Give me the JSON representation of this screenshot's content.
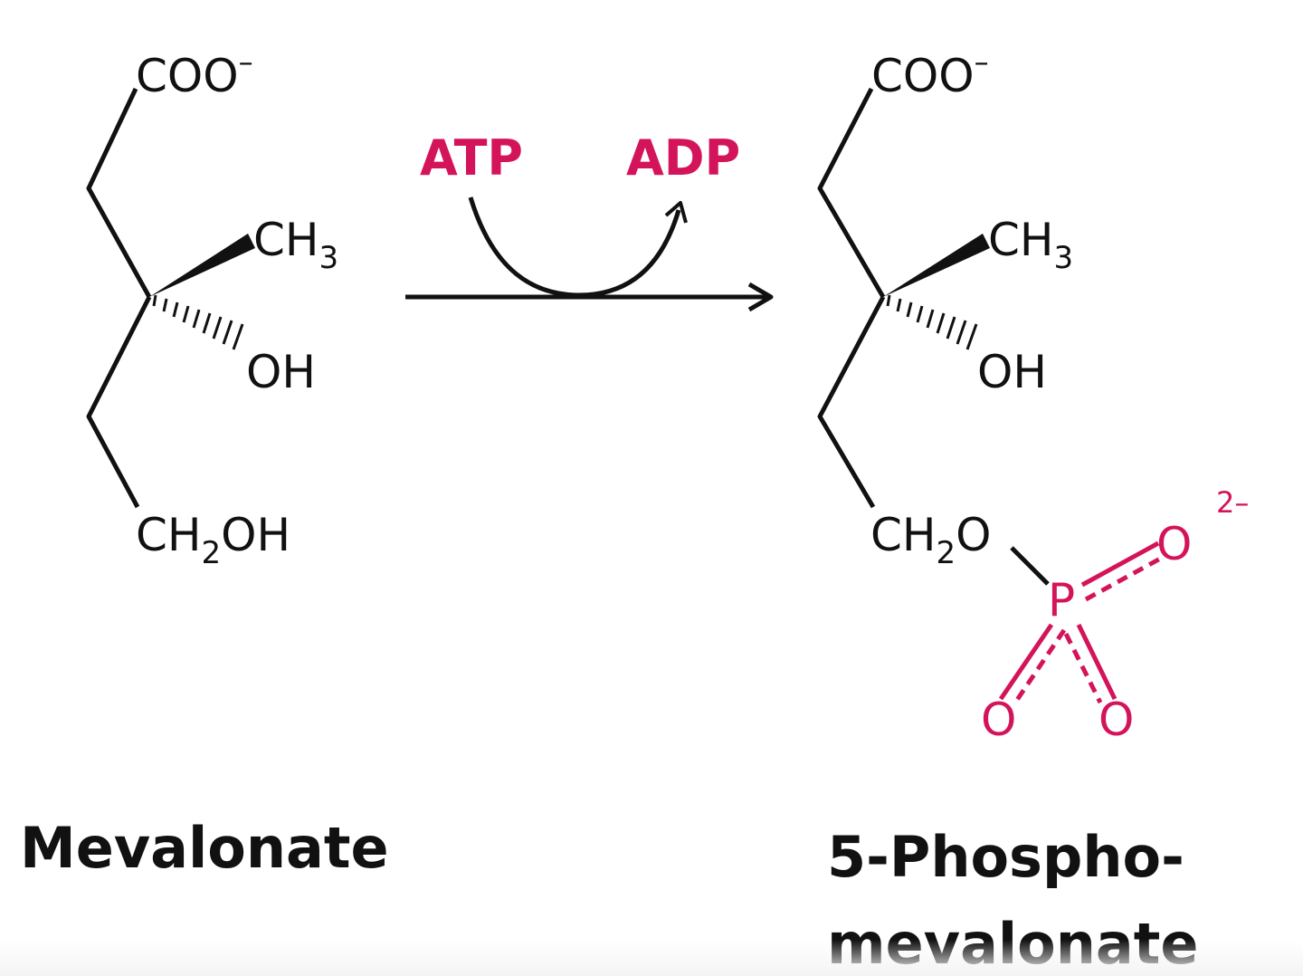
{
  "colors": {
    "black": "#111111",
    "accent": "#d4145a"
  },
  "reaction": {
    "cofactor_in": "ATP",
    "cofactor_out": "ADP"
  },
  "substrate": {
    "name": "Mevalonate",
    "carboxylate": "COO",
    "carboxylate_charge": "–",
    "methyl": "CH",
    "methyl_sub": "3",
    "hydroxyl": "OH",
    "hydroxymethyl_a": "CH",
    "hydroxymethyl_sub": "2",
    "hydroxymethyl_b": "OH"
  },
  "product": {
    "name_line1": "5-Phospho-",
    "name_line2": "mevalonate",
    "carboxylate": "COO",
    "carboxylate_charge": "–",
    "methyl": "CH",
    "methyl_sub": "3",
    "hydroxyl": "OH",
    "ester_a": "CH",
    "ester_sub": "2",
    "ester_b": "O",
    "phosphorus": "P",
    "oxygen_right": "O",
    "oxygen_bottom_left": "O",
    "oxygen_bottom_right": "O",
    "phosphate_charge": "2–"
  }
}
